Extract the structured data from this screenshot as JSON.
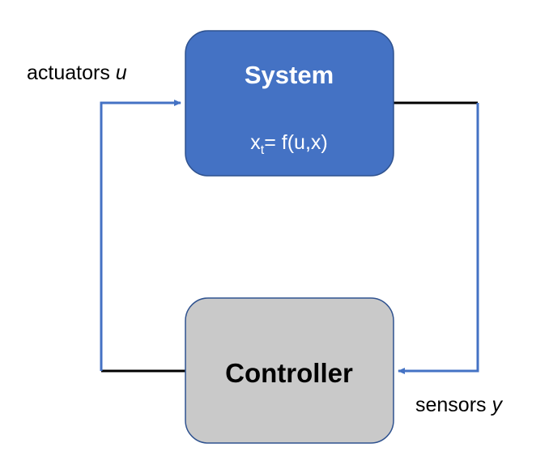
{
  "diagram": {
    "system": {
      "title": "System",
      "equation": {
        "var": "x",
        "subscript": "t",
        "rhs": "= f(u,x)"
      },
      "fill": "#4472C4",
      "border": "#2F528F",
      "text_color": "#ffffff"
    },
    "controller": {
      "title": "Controller",
      "fill": "#C9C9C9",
      "border": "#2F528F",
      "text_color": "#000000"
    },
    "labels": {
      "actuators": {
        "word": "actuators ",
        "var": "u"
      },
      "sensors": {
        "word": "sensors ",
        "var": "y"
      }
    },
    "colors": {
      "arrow": "#4472C4",
      "connector": "#000000"
    }
  }
}
